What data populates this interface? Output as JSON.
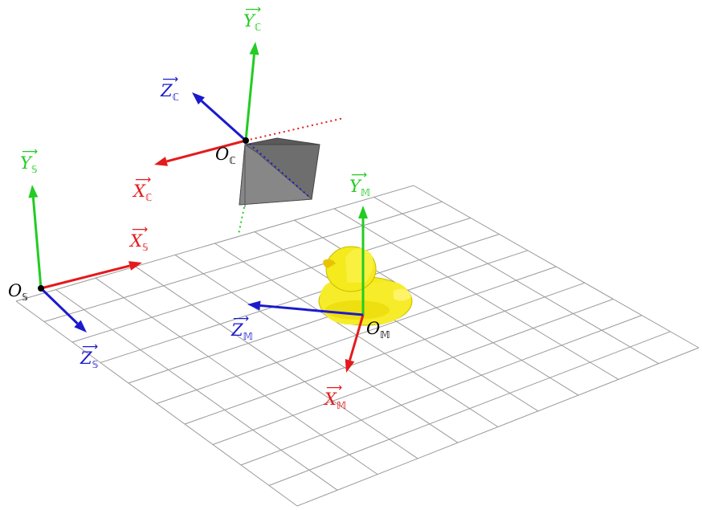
{
  "colors": {
    "x_axis": "#e41a1c",
    "y_axis": "#22cc22",
    "z_axis": "#1a1acc",
    "grid": "#9a9a9a",
    "camera_body": "#7a7a7a",
    "duck": "#f4ea1c",
    "origin_dot": "#000000"
  },
  "frames": {
    "scene": {
      "origin": {
        "base": "O",
        "sub": "𝕊"
      },
      "x": {
        "base": "X",
        "sub": "𝕊"
      },
      "y": {
        "base": "Y",
        "sub": "𝕊"
      },
      "z": {
        "base": "Z",
        "sub": "𝕊"
      }
    },
    "camera": {
      "origin": {
        "base": "O",
        "sub": "ℂ"
      },
      "x": {
        "base": "X",
        "sub": "ℂ"
      },
      "y": {
        "base": "Y",
        "sub": "ℂ"
      },
      "z": {
        "base": "Z",
        "sub": "ℂ"
      }
    },
    "model": {
      "origin": {
        "base": "O",
        "sub": "𝕄"
      },
      "x": {
        "base": "X",
        "sub": "𝕄"
      },
      "y": {
        "base": "Y",
        "sub": "𝕄"
      },
      "z": {
        "base": "Z",
        "sub": "𝕄"
      }
    }
  },
  "icons": {
    "camera": "camera-frustum-icon",
    "object": "rubber-duck-icon"
  }
}
